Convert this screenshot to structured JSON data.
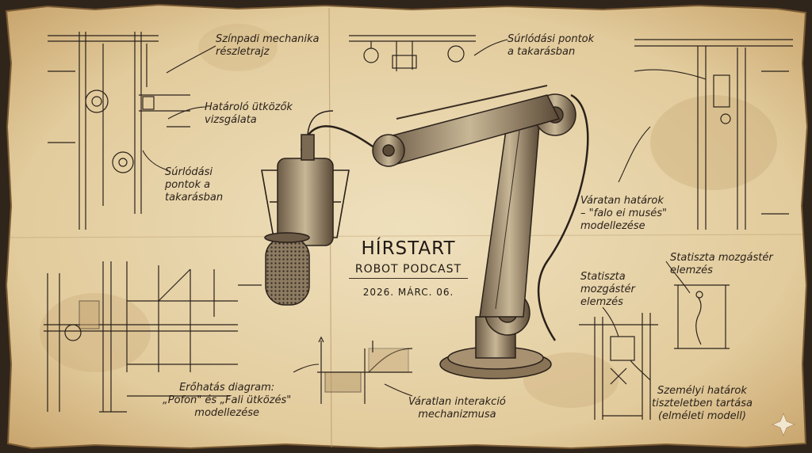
{
  "title": {
    "main": "HÍRSTART",
    "subtitle": "ROBOT PODCAST",
    "date": "2026. MÁRC. 06."
  },
  "annotations": {
    "stage_mechanics": [
      "Színpadi mechanika",
      "részletrajz"
    ],
    "limit_stops": [
      "Határoló ütközők",
      "vizsgálata"
    ],
    "friction_left": [
      "Súrlódási",
      "pontok a",
      "takarásban"
    ],
    "friction_top": [
      "Súrlódási pontok",
      "a takarásban"
    ],
    "unexpected_limits": [
      "Váratan határok",
      "– \"falo ei musés\"",
      "modellezése"
    ],
    "extra_motion_right": [
      "Statiszta mozgástér",
      "elemzés"
    ],
    "extra_motion_mid": [
      "Statiszta",
      "mozgástér",
      "elemzés"
    ],
    "force_diagram": [
      "Erőhatás diagram:",
      "„Pofon\" és „Fali ütközés\"",
      "modellezése"
    ],
    "unexpected_interaction": [
      "Váratlan interakció",
      "mechanizmusa"
    ],
    "personal_limits": [
      "Személyi határok",
      "tiszteletben tartása",
      "(elméleti modell)"
    ]
  },
  "colors": {
    "paper": "#e9d7b0",
    "paper_edge": "#b68f5a",
    "ink": "#2a211a",
    "stain": "#c7a673"
  }
}
